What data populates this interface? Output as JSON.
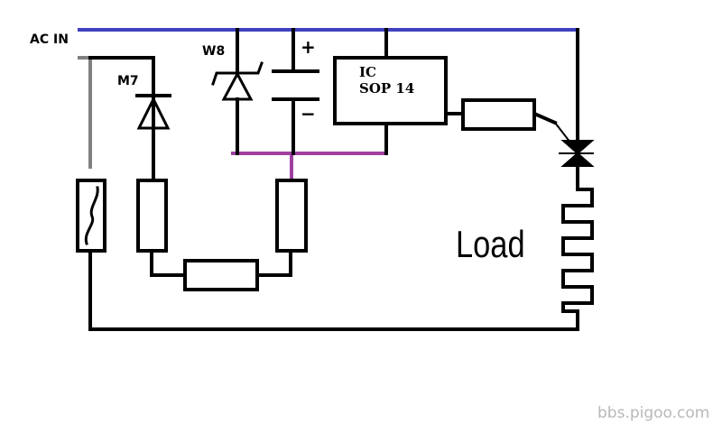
{
  "labels": {
    "ac_in": "AC IN",
    "diode": "M7",
    "zener": "W8",
    "cap_plus": "+",
    "cap_minus": "−",
    "ic_line1": "IC",
    "ic_line2": "SOP 14",
    "load": "Load"
  },
  "watermark": "bbs.pigoo.com",
  "colors": {
    "ac_live": "#4040c0",
    "ac_neutral": "#808080",
    "ground_bus": "#a040a0",
    "wire": "#000000",
    "watermark": "#b8b8b8"
  }
}
